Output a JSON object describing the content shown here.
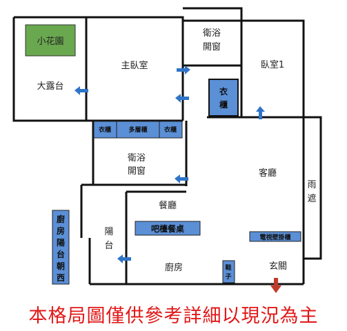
{
  "rooms": {
    "garden": "小花園",
    "terrace": "大露台",
    "master_bedroom": "主臥室",
    "bath_top_line1": "衛浴",
    "bath_top_line2": "開窗",
    "bedroom1": "臥室1",
    "wardrobe_line1": "衣",
    "wardrobe_line2": "櫃",
    "closet_left": "衣櫃",
    "multi_cabinet": "多層櫃",
    "closet_right": "衣櫃",
    "bath_mid_line1": "衛浴",
    "bath_mid_line2": "開窗",
    "living_room": "客廳",
    "rain_shelter_line1": "雨",
    "rain_shelter_line2": "遮",
    "dining_room": "餐廳",
    "bar_table": "吧檯餐桌",
    "tv_cabinet": "電視壁掛櫃",
    "balcony_line1": "陽",
    "balcony_line2": "台",
    "kitchen": "廚房",
    "shoe_cabinet_line1": "鞋",
    "shoe_cabinet_line2": "子",
    "entrance": "玄關",
    "kitchen_balcony_west": [
      "廚",
      "房",
      "陽",
      "台",
      "朝",
      "西"
    ]
  },
  "disclaimer": "本格局圖僅供參考詳細以現況為主",
  "colors": {
    "garden_fill": "#6aa84f",
    "cabinet_fill": "#5b8fd6",
    "arrow_blue": "#2f74c8",
    "entrance_arrow": "#c0392b",
    "disclaimer_text": "#e11717"
  }
}
